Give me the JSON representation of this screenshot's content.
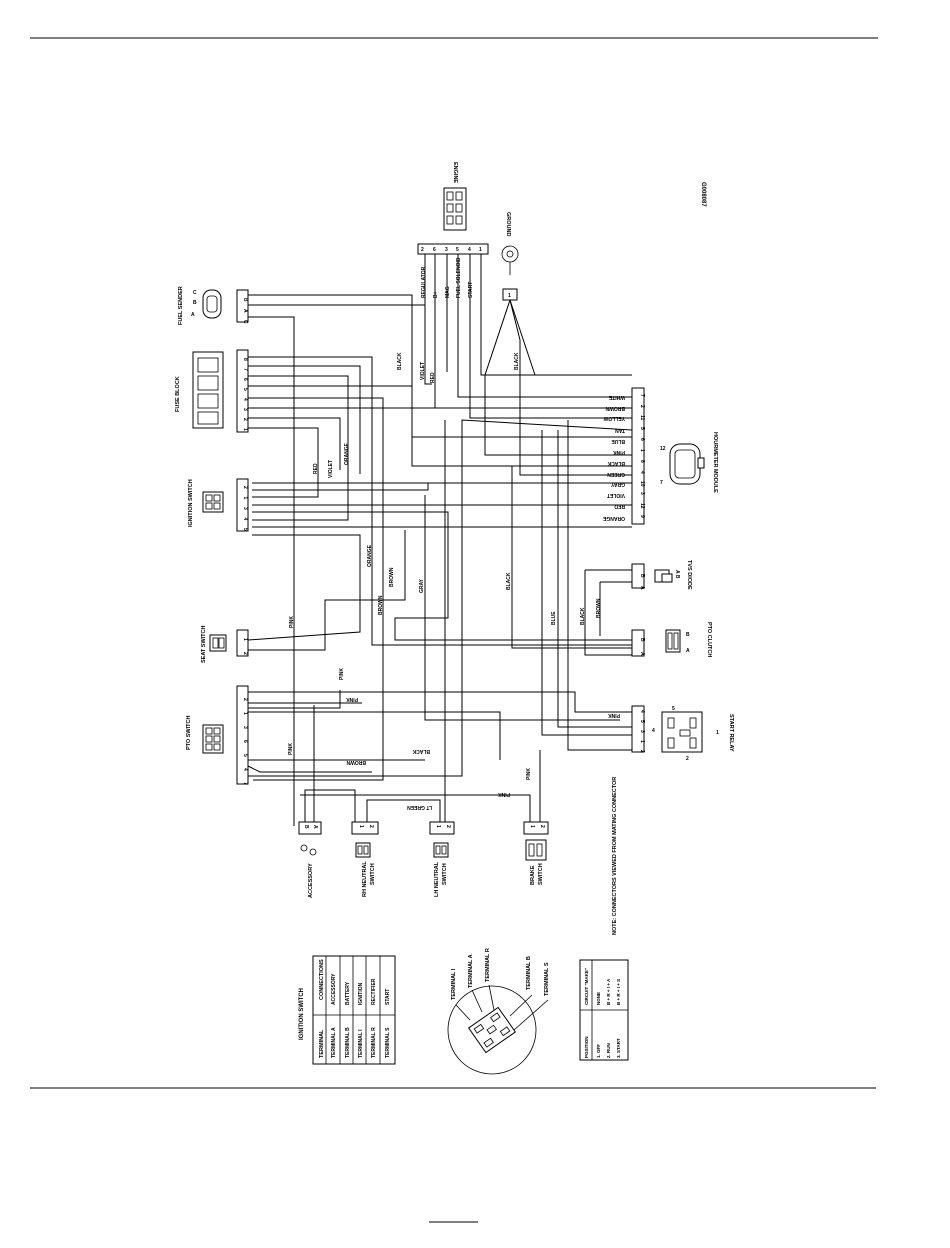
{
  "drawing_id": "G008087",
  "note": "NOTE: CONNECTORS VIEWED FROM MATING CONNECTOR",
  "components": {
    "engine": "ENGINE",
    "ground": "GROUND",
    "fuel_sender": "FUEL SENDER",
    "fuse_block": "FUSE BLOCK",
    "ignition_switch": "IGNITION SWITCH",
    "seat_switch": "SEAT SWITCH",
    "pto_switch": "PTO SWITCH",
    "hourmeter_module": "HOURMETER MODULE",
    "tvs_diode": "TVS DIODE",
    "pto_clutch": "PTO CLUTCH",
    "start_relay": "START RELAY",
    "accessory": "ACCESSORY",
    "rh_neutral_switch": [
      "RH NEUTRAL",
      "SWITCH"
    ],
    "lh_neutral_switch": [
      "LH NEUTRAL",
      "SWITCH"
    ],
    "brake_switch": [
      "BRAKE",
      "SWITCH"
    ]
  },
  "engine_pins": [
    {
      "pin": "2",
      "label": "REGULATOR"
    },
    {
      "pin": "6",
      "label": "B+"
    },
    {
      "pin": "3",
      "label": "MAG"
    },
    {
      "pin": "5",
      "label": "FUEL SOLENOID"
    },
    {
      "pin": "4",
      "label": "START"
    },
    {
      "pin": "1",
      "label": ""
    }
  ],
  "hourmeter_pins": [
    {
      "pin": "7",
      "color": "WHITE"
    },
    {
      "pin": "2",
      "color": "BROWN"
    },
    {
      "pin": "11",
      "color": "YELLOW"
    },
    {
      "pin": "5",
      "color": "TAN"
    },
    {
      "pin": "6",
      "color": "BLUE"
    },
    {
      "pin": "1",
      "color": "PINK"
    },
    {
      "pin": "8",
      "color": "BLACK"
    },
    {
      "pin": "4",
      "color": "GREEN"
    },
    {
      "pin": "10",
      "color": "GRAY"
    },
    {
      "pin": "3",
      "color": "VIOLET"
    },
    {
      "pin": "12",
      "color": "RED"
    },
    {
      "pin": "9",
      "color": "ORANGE"
    }
  ],
  "wire_labels": {
    "black_top": "BLACK",
    "violet_top": "VIOLET",
    "red_top": "RED",
    "black_ground": "BLACK",
    "red_ign": "RED",
    "violet_ign": "VIOLET",
    "orange_ign": "ORANGE",
    "orange_mid": "ORANGE",
    "brown_a": "BROWN",
    "brown_b": "BROWN",
    "gray_mid": "GRAY",
    "black_mid": "BLACK",
    "blue_mid": "BLUE",
    "black_tvs": "BLACK",
    "brown_tvs": "BROWN",
    "pink_seat": "PINK",
    "pink_pto_a": "PINK",
    "pink_pto_b": "PINK",
    "pink_pto_c": "PINK",
    "brown_pto": "BROWN",
    "black_pto": "BLACK",
    "pink_relay": "PINK",
    "pink_brake": "PINK",
    "pink_low": "PINK",
    "lt_green": "LT GREEN"
  },
  "pin_sets": {
    "fuel_sender": [
      "C",
      "A",
      "B"
    ],
    "fuse_block": [
      "1",
      "2",
      "3",
      "4",
      "5",
      "6",
      "7",
      "8"
    ],
    "ignition_switch": [
      "5",
      "4",
      "3",
      "1",
      "2"
    ],
    "seat_switch": [
      "2",
      "1"
    ],
    "pto_switch": [
      "7",
      "4",
      "5",
      "6",
      "3",
      "1",
      "2"
    ],
    "tvs_diode": [
      "A",
      "B"
    ],
    "pto_clutch": [
      "A",
      "B"
    ],
    "start_relay": [
      "2",
      "1",
      "3",
      "5",
      "4"
    ],
    "accessory": [
      "B",
      "A"
    ],
    "rh_neutral": [
      "1",
      "2"
    ],
    "lh_neutral": [
      "1",
      "2"
    ],
    "brake": [
      "1",
      "2"
    ]
  },
  "ignition_table": {
    "title": "IGNITION SWITCH",
    "headers": [
      "TERMINAL",
      "CONNECTIONS"
    ],
    "rows": [
      [
        "TERMINAL A",
        "ACCESSORY"
      ],
      [
        "TERMINAL B",
        "BATTERY"
      ],
      [
        "TERMINAL I",
        "IGNITION"
      ],
      [
        "TERMINAL R",
        "RECTIFIER"
      ],
      [
        "TERMINAL S",
        "START"
      ]
    ]
  },
  "terminal_labels": [
    "TERMINAL I",
    "TERMINAL A",
    "TERMINAL R",
    "TERMINAL B",
    "TERMINAL S"
  ],
  "circuit_table": {
    "headers": [
      "POSITION",
      "CIRCUIT \"MAKE\""
    ],
    "rows": [
      [
        "1. OFF",
        "NONE"
      ],
      [
        "2. RUN",
        "B + R + I + A"
      ],
      [
        "3. START",
        "B + R + I + S"
      ]
    ]
  }
}
